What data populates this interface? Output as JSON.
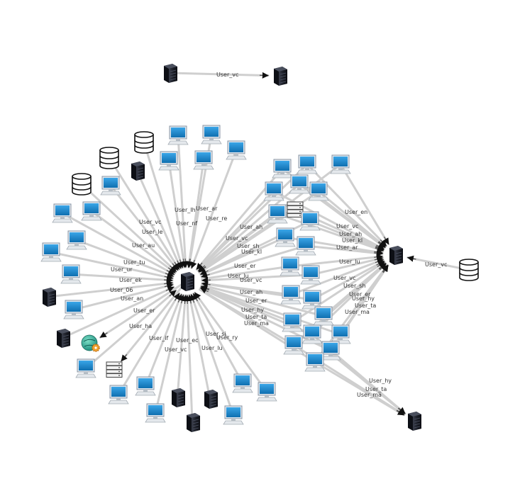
{
  "colors": {
    "edge": "#cfcfcf",
    "arrow": "#111111",
    "screen": "#1f8fd4",
    "server": "#1b1e27",
    "label": "#333333"
  },
  "icons": {
    "computer": "computer-icon",
    "server": "server-icon",
    "database": "database-icon",
    "storage": "storage-icon",
    "globe": "globe-gear-icon"
  },
  "top_edge": {
    "label": "User_vc"
  },
  "right_db_edge": {
    "label": "User_vc"
  },
  "left_hub_labels": [
    "User_ar",
    "User_Ih",
    "User_re",
    "User_vc",
    "User_nf",
    "User_le",
    "User_au",
    "User_tu",
    "User_ur",
    "User_ek",
    "User_06",
    "User_an",
    "User_er",
    "User_ha",
    "User_if",
    "User_ec",
    "User_si",
    "User_lu",
    "User_ry",
    "User_vc"
  ],
  "middle_labels": [
    "User_ah",
    "User_vc",
    "User_sh",
    "User_kl",
    "User_er",
    "User_lu",
    "User_vc",
    "User_ah",
    "User_er",
    "User_hy",
    "User_ta",
    "User_ma"
  ],
  "right_hub_labels": [
    "User_en",
    "User_vc",
    "User_ah",
    "User_kl",
    "User_ar",
    "User_lu",
    "User_vc",
    "User_sh",
    "User_er",
    "User_hy",
    "User_ta",
    "User_ma"
  ],
  "bottom_labels": [
    "User_hy",
    "User_ta",
    "User_ma"
  ]
}
